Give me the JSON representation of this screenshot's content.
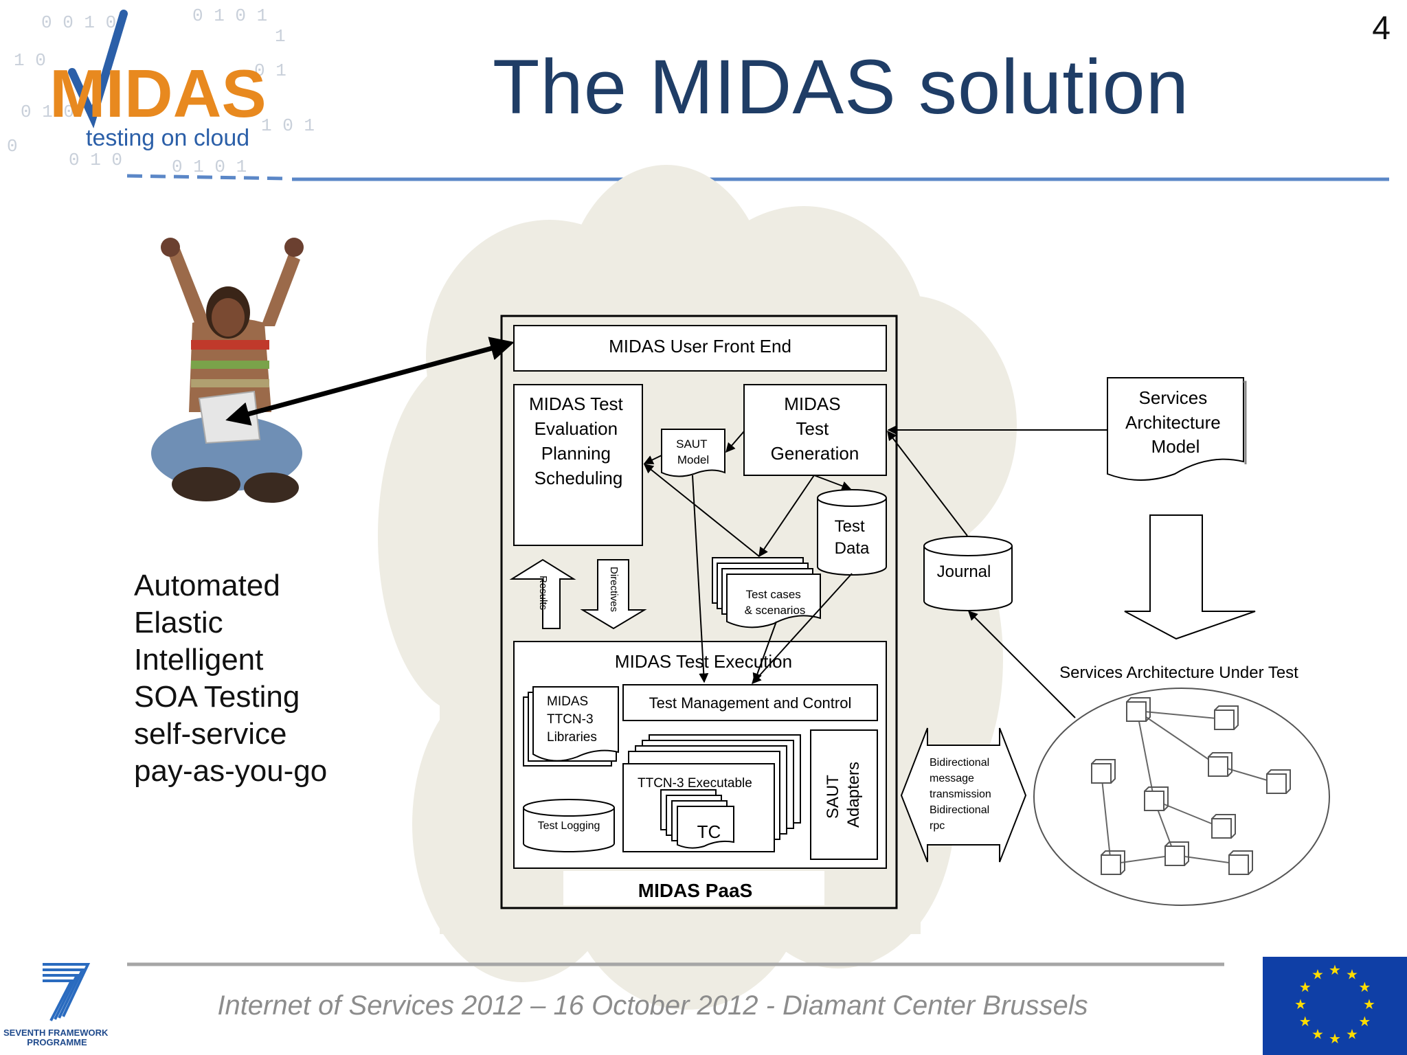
{
  "slide": {
    "page_number": "4",
    "title": "The MIDAS solution",
    "footer": "Internet of Services 2012 – 16 October 2012 - Diamant Center Brussels",
    "features": [
      "Automated",
      "Elastic",
      "Intelligent",
      "SOA Testing",
      "self-service",
      "pay-as-you-go"
    ]
  },
  "logos": {
    "midas_word": "MIDAS",
    "midas_tagline": "testing on cloud",
    "fp7_text_1": "SEVENTH FRAMEWORK",
    "fp7_text_2": "PROGRAMME"
  },
  "diagram": {
    "front_end": "MIDAS User Front End",
    "evaluation": [
      "MIDAS Test",
      "Evaluation",
      "Planning",
      "Scheduling"
    ],
    "generation": [
      "MIDAS",
      "Test",
      "Generation"
    ],
    "saut_model": [
      "SAUT",
      "Model"
    ],
    "test_data": [
      "Test",
      "Data"
    ],
    "test_cases": [
      "Test cases",
      "& scenarios"
    ],
    "results": "Results",
    "directives": "Directives",
    "execution": "MIDAS Test Execution",
    "ttcn_libraries": [
      "MIDAS",
      "TTCN-3",
      "Libraries"
    ],
    "test_management": "Test Management and Control",
    "ttcn_executable": "TTCN-3 Executable",
    "tc": "TC",
    "test_logging": "Test Logging",
    "saut_adapters": [
      "SAUT",
      "Adapters"
    ],
    "paas": "MIDAS PaaS",
    "journal": "Journal",
    "services_model": [
      "Services",
      "Architecture",
      "Model"
    ],
    "bidirectional": [
      "Bidirectional",
      "message",
      "transmission",
      "Bidirectional",
      "rpc"
    ],
    "sut_label": "Services Architecture Under Test"
  },
  "colors": {
    "title": "#1f3d66",
    "rule": "#5b87c7",
    "cloud": "#eeece3",
    "midas_orange": "#e8891f",
    "midas_blue": "#2b5fa8",
    "eu_blue": "#0f3fa6",
    "eu_star": "#ffdd00",
    "footer_text": "#8c8c8c"
  }
}
